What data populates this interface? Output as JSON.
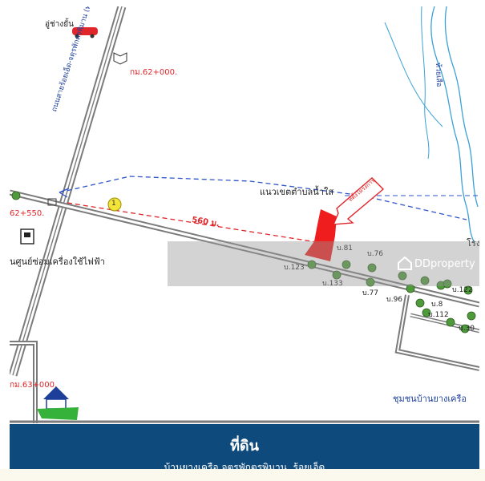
{
  "map": {
    "top_place": "อู่ช่างยั้น",
    "main_road_name": "ถนนสายร้อยเอ็ด-จตุรพักตรพิมาน (ทล.214)",
    "km_marker_top": "กม.62+000.",
    "km_marker_junction": "62+550.",
    "km_marker_bottom": "กม.63+000.",
    "junction_number": "1",
    "distance_label": "560 ม.",
    "subdistrict_line_label": "แนวเขตตำบลน้ำใส",
    "arrow_tag_label": "ที่ตั้งโครงการ",
    "power_station_label": "นศูนย์ซ่อมเครื่องใช้ไฟฟ้า",
    "river_label": "ห้วยเสือ",
    "community_label": "ชุมชนบ้านยางเครือ",
    "corner_text": "โรง",
    "plots": [
      {
        "id": "p81",
        "text": "บ.81"
      },
      {
        "id": "p76",
        "text": "บ.76"
      },
      {
        "id": "p123",
        "text": "บ.123"
      },
      {
        "id": "p133",
        "text": "บ.133"
      },
      {
        "id": "p77",
        "text": "บ.77"
      },
      {
        "id": "p96",
        "text": "บ.96"
      },
      {
        "id": "p122",
        "text": "บ.122"
      },
      {
        "id": "p8",
        "text": "บ.8"
      },
      {
        "id": "p112",
        "text": "บ.112"
      },
      {
        "id": "p30",
        "text": "บ.30"
      }
    ],
    "colors": {
      "road": "#808080",
      "river": "#3aa1d6",
      "boundary": "#2f55c8",
      "plot": "#ef1d1d",
      "distance": "#e0262b",
      "caption_bg": "#0f4a7c"
    }
  },
  "watermark": {
    "text": "DDproperty"
  },
  "caption": {
    "title": "ที่ดิน",
    "location": "บ้านยางเครือ จตุรพักตรพิมาน, ร้อยเอ็ด"
  }
}
